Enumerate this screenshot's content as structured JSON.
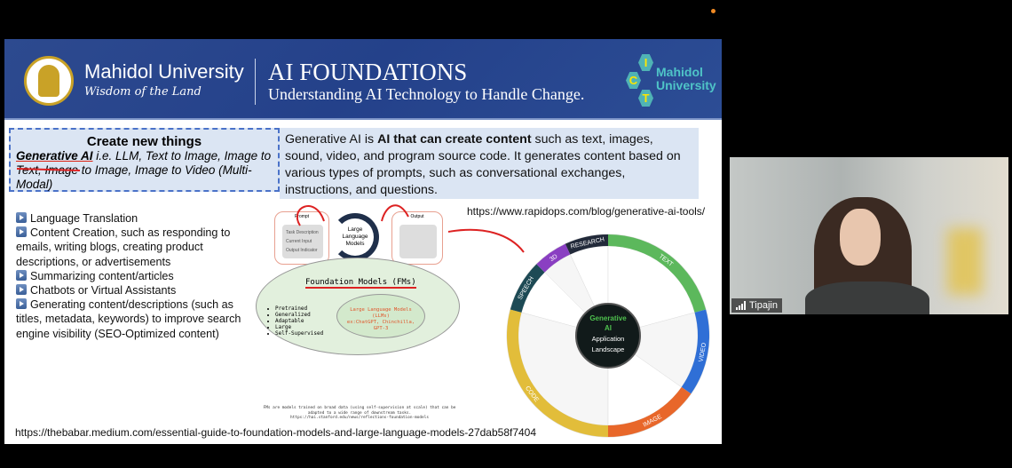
{
  "slide": {
    "header": {
      "university_name": "Mahidol University",
      "motto": "Wisdom of the Land",
      "title": "AI FOUNDATIONS",
      "subtitle": "Understanding AI Technology to Handle Change.",
      "ict_letters": [
        "I",
        "C",
        "T"
      ],
      "ict_name_1": "Mahidol",
      "ict_name_2": "University"
    },
    "gen_box": {
      "heading": "Create new things",
      "term": "Generative AI",
      "description": " i.e. LLM, Text to Image, Image to Text, Image to Image, Image to Video (Multi-Modal)"
    },
    "definition": {
      "pre": "Generative AI is ",
      "bold": "AI that can create content",
      "post": " such as text, images, sound, video, and program source code. It generates content based on various types of prompts, such as conversational exchanges, instructions, and questions."
    },
    "uses": [
      "Language Translation",
      "Content Creation, such as responding to emails, writing blogs, creating product descriptions, or advertisements",
      "Summarizing content/articles",
      "Chatbots or Virtual Assistants",
      "Generating content/descriptions (such as titles, metadata, keywords) to improve search engine visibility (SEO-Optimized content)"
    ],
    "flow": {
      "prompt_label": "Prompt",
      "prompt_items": [
        "Task Description",
        "Current Input",
        "Output Indicator"
      ],
      "model_label": "Large Language Models",
      "output_label": "Output"
    },
    "foundation_models": {
      "title": "Foundation Models (FMs)",
      "traits": [
        "Pretrained",
        "Generalized",
        "Adaptable",
        "Large",
        "Self-Supervised"
      ],
      "llm_text_1": "Large Language Models (LLMs)",
      "llm_text_2": "ex:ChatGPT, Chinchilla, GPT-3",
      "caption": "FMs are models trained on broad data (using self-supervision at scale) that can be adapted to a wide range of downstream tasks. https://hai.stanford.edu/news/reflections-foundation-models"
    },
    "url_rapidops": "https://www.rapidops.com/blog/generative-ai-tools/",
    "url_medium": "https://thebabar.medium.com/essential-guide-to-foundation-models-and-large-language-models-27dab58f7404",
    "wheel": {
      "center_1": "Generative",
      "center_2": "AI",
      "center_3": "Application",
      "center_4": "Landscape",
      "segments": [
        {
          "label": "TEXT",
          "color": "#5cb85c",
          "from": 0,
          "to": 75
        },
        {
          "label": "VIDEO",
          "color": "#2f6fd6",
          "from": 75,
          "to": 125
        },
        {
          "label": "IMAGE",
          "color": "#e8672a",
          "from": 125,
          "to": 180
        },
        {
          "label": "CODE",
          "color": "#e2bd3a",
          "from": 180,
          "to": 285
        },
        {
          "label": "SPEECH",
          "color": "#1d4a55",
          "from": 285,
          "to": 315
        },
        {
          "label": "3D",
          "color": "#8a3fc2",
          "from": 315,
          "to": 335
        },
        {
          "label": "RESEARCH",
          "color": "#222a3a",
          "from": 335,
          "to": 360
        }
      ]
    }
  },
  "participant": {
    "name": "Tipajin"
  },
  "colors": {
    "header_bg": "#24418a",
    "box_bg": "#dbe5f3",
    "annotation": "#d22222"
  }
}
